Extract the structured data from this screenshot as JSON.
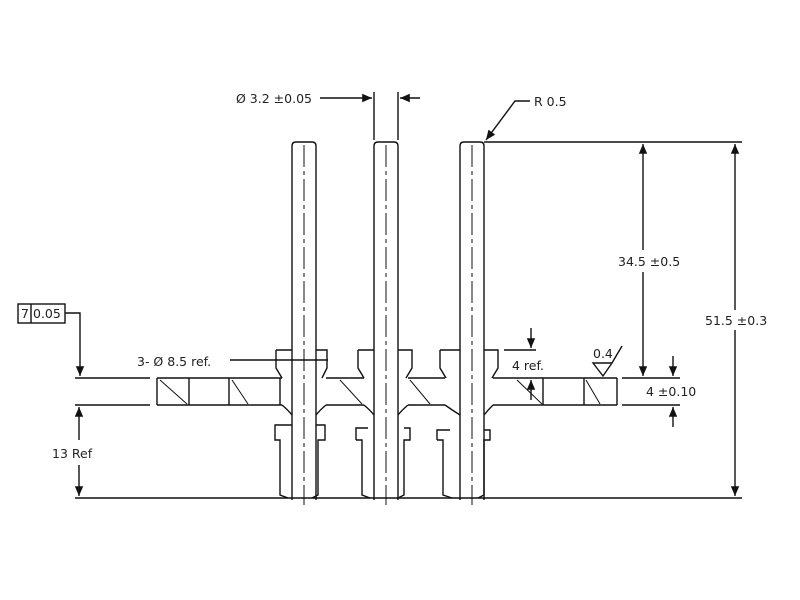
{
  "drawing": {
    "pin_diameter": "Ø 3.2 ±0.05",
    "tip_radius": "R 0.5",
    "pin_exposed_length": "34.5 ±0.5",
    "overall_length": "51.5 ±0.3",
    "flatness_symbol": "7",
    "flatness_value": "0.05",
    "housing_diameter": "3- Ø 8.5 ref.",
    "housing_height": "4 ref.",
    "surface_finish": "0.4",
    "plate_thickness": "4 ±0.10",
    "lower_length": "13 Ref"
  }
}
